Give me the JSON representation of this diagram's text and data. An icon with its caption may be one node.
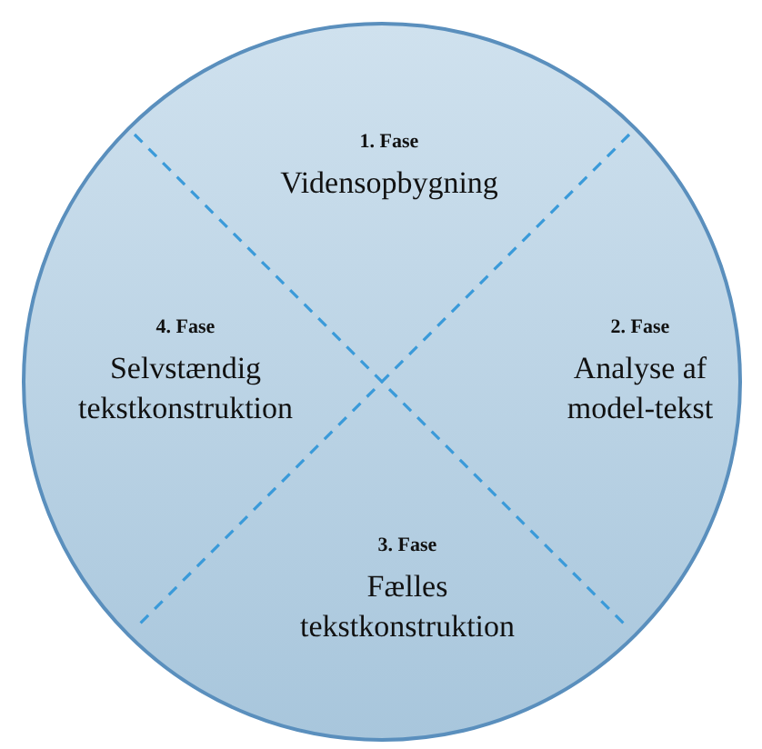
{
  "diagram": {
    "nodes": [
      {
        "text": [],
        "shape": "circle"
      },
      {
        "text": [
          "1. Fase",
          "Vidensopbygning"
        ],
        "in": 0
      },
      {
        "text": [
          "2. Fase",
          "Analyse af model-tekst"
        ],
        "in": 0
      },
      {
        "text": [
          "3. Fase",
          "Fælles tekstkonstruktion"
        ],
        "in": 0
      },
      {
        "text": [
          "4. Fase",
          "Selvstændig tekstkonstruktion"
        ],
        "in": 0
      }
    ]
  }
}
